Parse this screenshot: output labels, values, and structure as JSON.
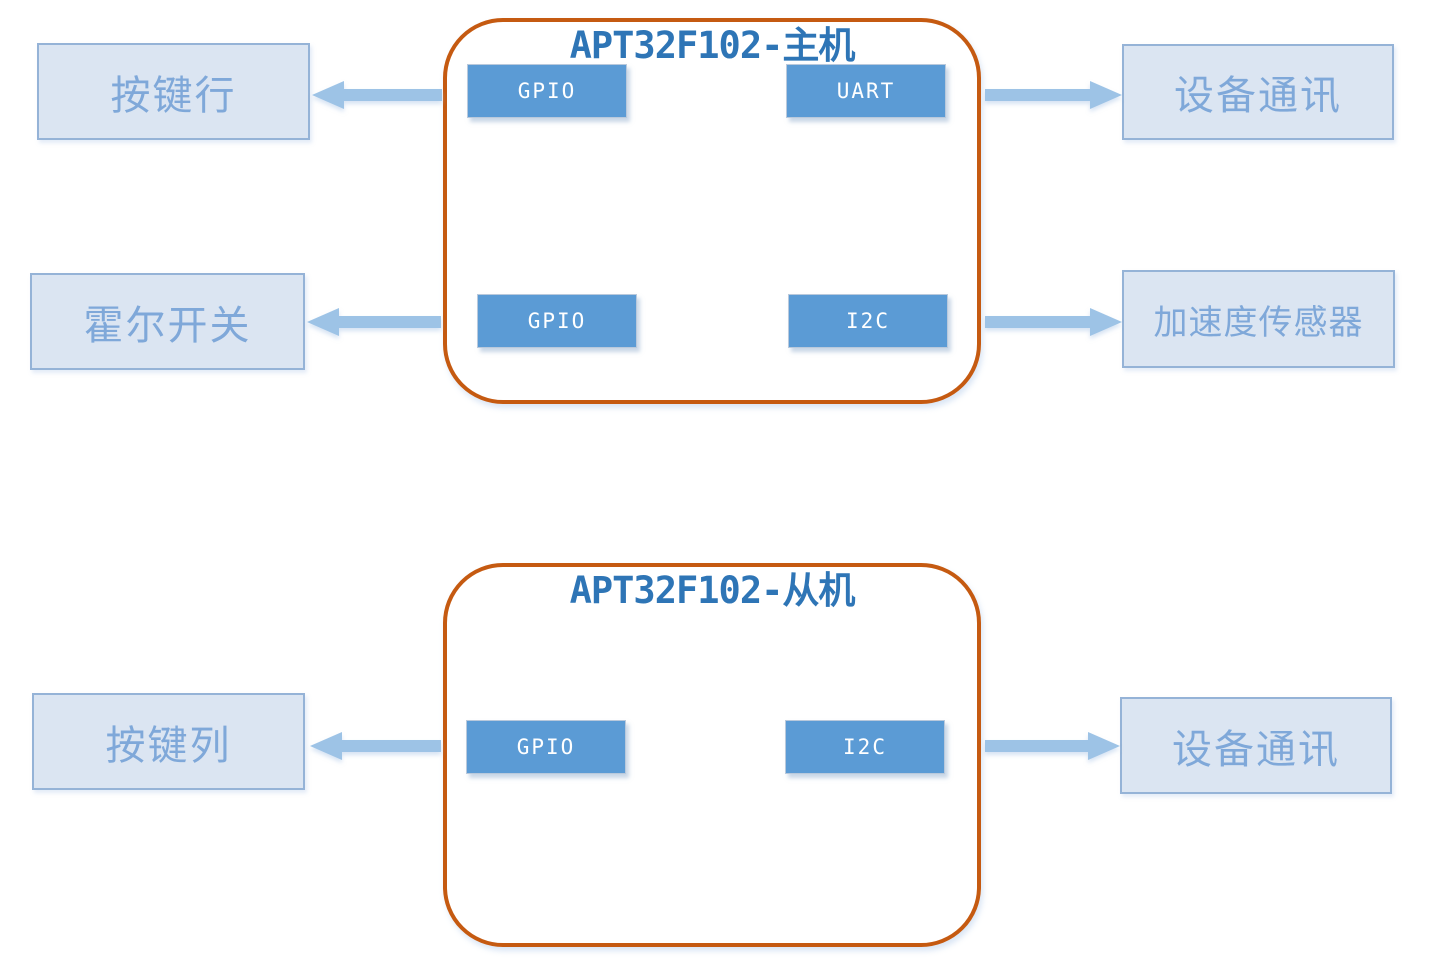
{
  "colors": {
    "container_border": "#C55A11",
    "title_text": "#2E75B6",
    "chip_fill": "#5B9BD5",
    "chip_text": "#FFFFFF",
    "box_fill": "#DBE5F2",
    "box_border": "#95B3D7",
    "box_text": "#7FA8D9",
    "arrow": "#9DC3E6",
    "background": "#FFFFFF"
  },
  "master": {
    "title": "APT32F102-主机",
    "chip_top_left": "GPIO",
    "chip_top_right": "UART",
    "chip_bottom_left": "GPIO",
    "chip_bottom_right": "I2C"
  },
  "slave": {
    "title": "APT32F102-从机",
    "chip_left": "GPIO",
    "chip_right": "I2C"
  },
  "peripherals": {
    "key_row": "按键行",
    "device_comm_master": "设备通讯",
    "hall_switch": "霍尔开关",
    "accel_sensor": "加速度传感器",
    "key_col": "按键列",
    "device_comm_slave": "设备通讯"
  }
}
